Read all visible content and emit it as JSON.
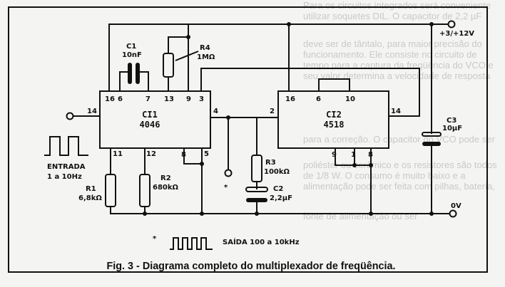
{
  "background_text": "Para os circuitos integrados será conveniente utilizar soquetes DIL. O capacitor de 2,2 µF deve ser de tântalo, para maior precisão do funcionamento. Ele consiste no circuito de tempo para a captura da freqüência do VCO e seu valor determina a velocidade de resposta para a correção. O capacitor do VCO pode ser poliéster ou cerâmico e os resistores são todos de 1/8 W. O consumo é muito baixo e a alimentação pode ser feita com pilhas, bateria, fonte de alimentação ou ser",
  "ci1": {
    "name": "CI1",
    "part": "4046",
    "pins": {
      "p16": "16",
      "p6": "6",
      "p7": "7",
      "p13": "13",
      "p9": "9",
      "p3": "3",
      "p14": "14",
      "p4": "4",
      "p11": "11",
      "p12": "12",
      "p8": "8",
      "p5": "5"
    }
  },
  "ci2": {
    "name": "CI2",
    "part": "4518",
    "pins": {
      "p16": "16",
      "p6": "6",
      "p10": "10",
      "p2": "2",
      "p14": "14",
      "p9": "9",
      "p1": "1",
      "p8": "8"
    }
  },
  "components": {
    "c1": {
      "name": "C1",
      "value": "10nF"
    },
    "r4": {
      "name": "R4",
      "value": "1MΩ"
    },
    "r1": {
      "name": "R1",
      "value": "6,8kΩ"
    },
    "r2": {
      "name": "R2",
      "value": "680kΩ"
    },
    "r3": {
      "name": "R3",
      "value": "100kΩ"
    },
    "c2": {
      "name": "C2",
      "value": "2,2µF"
    },
    "c3": {
      "name": "C3",
      "value": "10µF"
    }
  },
  "supply": {
    "positive": "+3/+12V",
    "ground": "0V"
  },
  "input": {
    "label": "ENTRADA",
    "range": "1 a 10Hz"
  },
  "output": {
    "marker": "*",
    "label": "SAÍDA 100 a 10kHz"
  },
  "test_point_marker": "*",
  "caption": "Fig. 3 - Diagrama completo do multiplexador de freqüência."
}
